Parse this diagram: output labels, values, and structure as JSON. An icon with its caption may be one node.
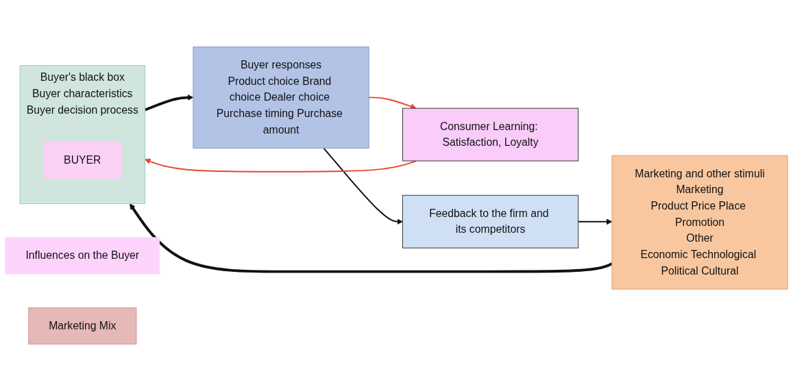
{
  "diagram": {
    "nodes": [
      {
        "text": [
          "Consumer Learning: Satisfaction, Loyalty"
        ]
      },
      {
        "text": [
          "Influences on the Buyer"
        ]
      },
      {
        "text": [
          "Marketing and other stimuli",
          "Marketing",
          "Product Price Place Promotion",
          "Other",
          "Economic Technological Political Cultural"
        ]
      },
      {
        "text": [
          "Marketing Mix"
        ]
      },
      {
        "text": [
          "Buyer's black box",
          "Buyer characteristics",
          "Buyer decision process"
        ]
      },
      {
        "text": [
          "BUYER"
        ],
        "in": 4
      },
      {
        "text": [
          "Buyer responses",
          "Product choice Brand choice Dealer choice Purchase timing Purchase amount"
        ]
      },
      {
        "text": [
          "Feedback to the firm and its competitors"
        ]
      }
    ],
    "edges": [
      {
        "from": 2,
        "to": 4,
        "arrow": "to",
        "style": "thick"
      },
      {
        "from": 4,
        "to": 6,
        "arrow": "to",
        "style": "thick"
      },
      {
        "from": 0,
        "to": 4,
        "arrow": "to",
        "color": "#e8452c"
      },
      {
        "from": 6,
        "to": 0,
        "arrow": "to",
        "color": "#e8452c"
      },
      {
        "from": 6,
        "to": 7,
        "arrow": "to"
      },
      {
        "from": 7,
        "to": 2,
        "arrow": "to"
      }
    ]
  }
}
